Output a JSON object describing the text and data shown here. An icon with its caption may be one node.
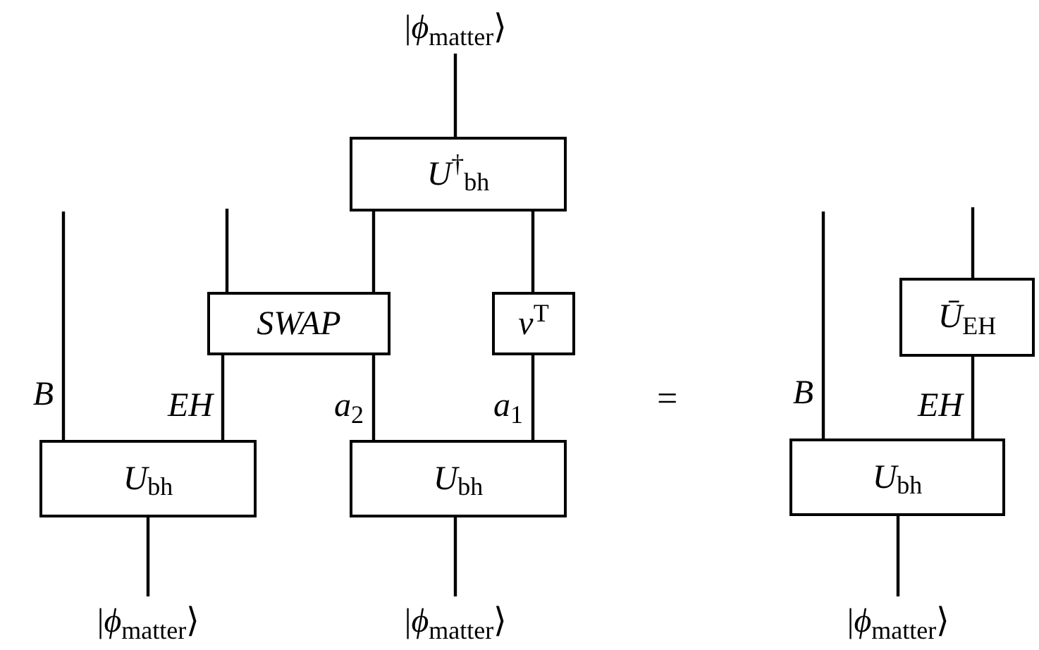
{
  "diagram": {
    "nodes": [
      {
        "text": [
          "|*ϕ*$_{matter}$⟩"
        ]
      },
      {
        "text": [
          "*U*$^{†}$$_{bh}$"
        ]
      },
      {
        "text": [
          "*SWAP*"
        ]
      },
      {
        "text": [
          "*v*$^{T}$"
        ]
      },
      {
        "text": [
          "*U*$_{bh}$"
        ]
      },
      {
        "text": [
          "*U*$_{bh}$"
        ]
      },
      {
        "text": [
          "|*ϕ*$_{matter}$⟩"
        ]
      },
      {
        "text": [
          "|*ϕ*$_{matter}$⟩"
        ]
      },
      {
        "text": [
          "*Ū*$_{EH}$"
        ]
      },
      {
        "text": [
          "*U*$_{bh}$"
        ]
      },
      {
        "text": [
          "|*ϕ*$_{matter}$⟩"
        ]
      }
    ],
    "edges": [
      {
        "from": 0,
        "to": 1,
        "arrow": "none"
      },
      {
        "from": 1,
        "to": 2,
        "arrow": "none"
      },
      {
        "from": 1,
        "to": 3,
        "arrow": "none"
      },
      {
        "from": 2,
        "to": 4,
        "arrow": "none",
        "label": "*EH*"
      },
      {
        "from": 2,
        "to": 5,
        "arrow": "none",
        "label": "*a*$_{2}$"
      },
      {
        "from": 3,
        "to": 5,
        "arrow": "none",
        "label": "*a*$_{1}$"
      },
      {
        "from": 4,
        "to": null,
        "arrow": "none",
        "label": "*B*"
      },
      {
        "from": 2,
        "to": null,
        "arrow": "none"
      },
      {
        "from": 4,
        "to": 6,
        "arrow": "none"
      },
      {
        "from": 5,
        "to": 7,
        "arrow": "none"
      },
      {
        "from": 8,
        "to": null,
        "arrow": "none"
      },
      {
        "from": 9,
        "to": null,
        "arrow": "none",
        "label": "*B*"
      },
      {
        "from": 8,
        "to": 9,
        "arrow": "none",
        "label": "*EH*"
      },
      {
        "from": 9,
        "to": 10,
        "arrow": "none"
      }
    ],
    "labels": [
      "="
    ]
  }
}
